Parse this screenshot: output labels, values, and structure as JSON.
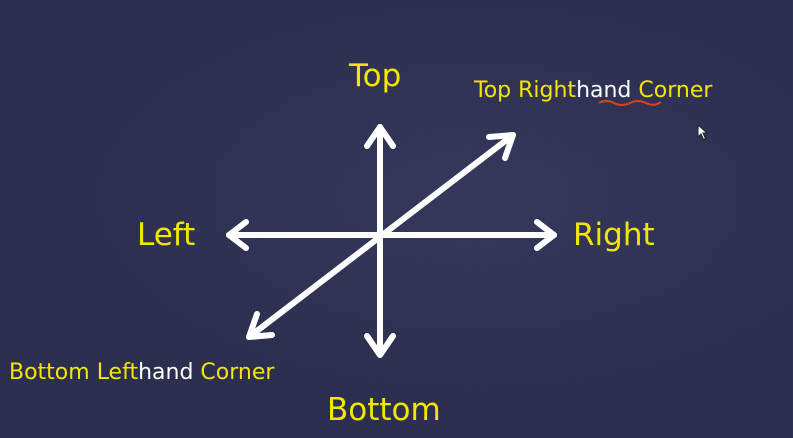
{
  "diagram": {
    "labels": {
      "top": "Top",
      "bottom": "Bottom",
      "left": "Left",
      "right": "Right",
      "top_right": {
        "prefix": "Top Right",
        "highlight": "hand",
        "suffix": " Corner"
      },
      "bottom_left": {
        "prefix": "Bottom Left",
        "highlight": "hand",
        "suffix": " Corner"
      }
    },
    "colors": {
      "background": "#2c2e4f",
      "label": "#f3e600",
      "highlight": "#ffffff",
      "arrow": "#ffffff",
      "spellcheck_underline": "#e0401e"
    },
    "icons": [
      "mouse-cursor-icon"
    ]
  }
}
